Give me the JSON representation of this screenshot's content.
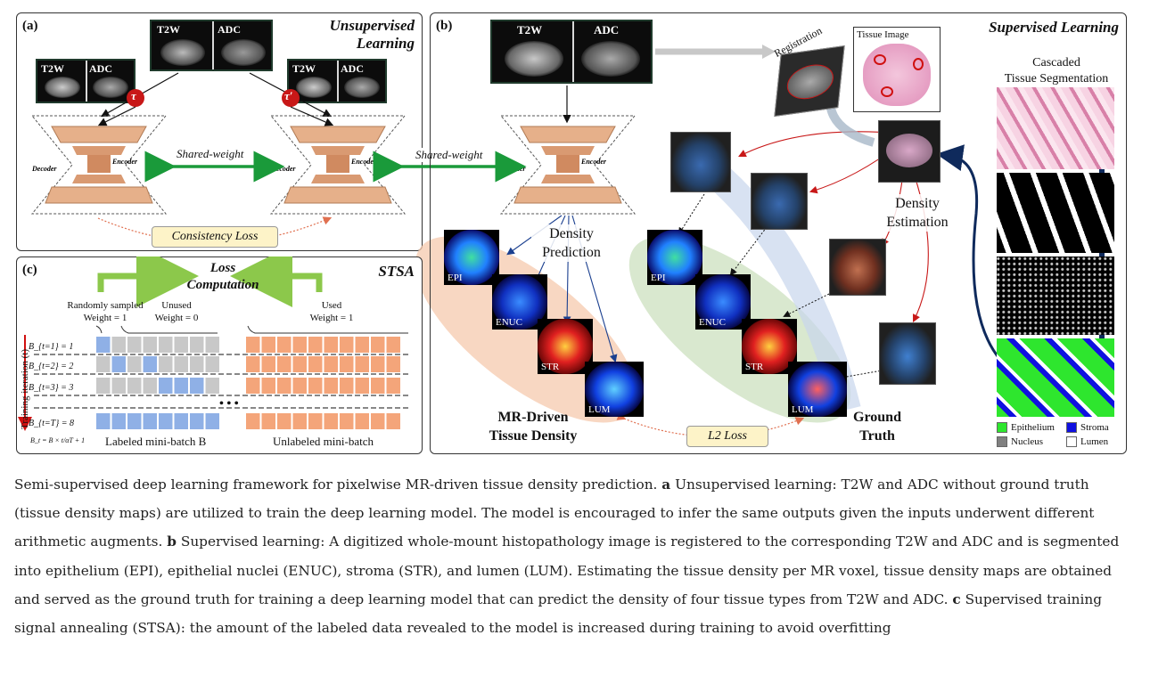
{
  "figure": {
    "panel_a": {
      "label": "(a)",
      "title_line1": "Unsupervised",
      "title_line2": "Learning",
      "input_labels": [
        "T2W",
        "ADC"
      ],
      "aug_left": "τ",
      "aug_right": "τ′",
      "encoder": "Encoder",
      "decoder": "Decoder",
      "shared_weight": "Shared-weight",
      "consistency_loss": "Consistency Loss"
    },
    "shared_weight_between": "Shared-weight",
    "panel_b": {
      "label": "(b)",
      "title": "Supervised Learning",
      "input_labels": [
        "T2W",
        "ADC"
      ],
      "registration": "Registration",
      "tissue_image": "Tissue Image",
      "cascaded_line1": "Cascaded",
      "cascaded_line2": "Tissue Segmentation",
      "density_prediction_line1": "Density",
      "density_prediction_line2": "Prediction",
      "density_estimation_line1": "Density",
      "density_estimation_line2": "Estimation",
      "maps": [
        "EPI",
        "ENUC",
        "STR",
        "LUM"
      ],
      "mr_driven_line1": "MR-Driven",
      "mr_driven_line2": "Tissue Density",
      "ground_truth_line1": "Ground",
      "ground_truth_line2": "Truth",
      "l2_loss": "L2 Loss",
      "legend": [
        "Epithelium",
        "Stroma",
        "Nucleus",
        "Lumen"
      ],
      "legend_colors": [
        "#2ee62e",
        "#1010e0",
        "#808080",
        "#ffffff"
      ]
    },
    "panel_c": {
      "label": "(c)",
      "title": "STSA",
      "loss_line1": "Loss",
      "loss_line2": "Computation",
      "random_line1": "Randomly sampled",
      "random_line2": "Weight = 1",
      "unused_line1": "Unused",
      "unused_line2": "Weight = 0",
      "used_line1": "Used",
      "used_line2": "Weight = 1",
      "rows": [
        "B_{t=1} = 1",
        "B_{t=2} = 2",
        "B_{t=3} = 3",
        "B_{t=T} = 8"
      ],
      "row_highlight": [
        [
          0
        ],
        [
          1,
          3
        ],
        [
          4,
          5,
          6
        ],
        [
          0,
          1,
          2,
          3,
          4,
          5,
          6,
          7
        ]
      ],
      "axis_label": "Training iteration (t)",
      "formula": "B_t = B × t/αT + 1",
      "ellipsis": "• • •",
      "labeled_batch": "Labeled mini-batch B",
      "unlabeled_batch": "Unlabeled mini-batch"
    }
  },
  "caption": {
    "intro": "Semi-supervised deep learning framework for pixelwise MR-driven tissue density prediction.",
    "a_label": "a",
    "a_text": "Unsupervised learning: T2W and ADC without ground truth (tissue density maps) are utilized to train the deep learning model. The model is encouraged to infer the same outputs given the inputs underwent different arithmetic augments.",
    "b_label": "b",
    "b_text": "Supervised learning: A digitized whole-mount histopathology image is registered to the corresponding T2W and ADC and is segmented into epithelium (EPI), epithelial nuclei (ENUC), stroma (STR), and lumen (LUM). Estimating the tissue density per MR voxel, tissue density maps are obtained and served as the ground truth for training a deep learning model that can predict the density of four tissue types from T2W and ADC.",
    "c_label": "c",
    "c_text": "Supervised training signal annealing (STSA): the amount of the labeled data revealed to the model is increased during training to avoid overfitting"
  }
}
